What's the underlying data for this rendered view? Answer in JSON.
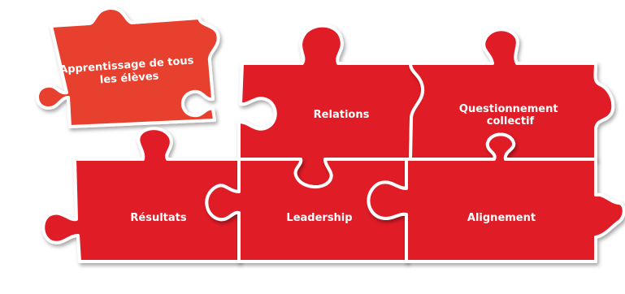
{
  "colors": {
    "piece_red": "#E01F26",
    "piece_orange_red": "#E8402D",
    "outline": "#FFFFFF",
    "label": "#FFFFFF",
    "background": "#FFFFFF"
  },
  "pieces": {
    "learning": {
      "line1": "Apprentissage de tous",
      "line2": "les élèves"
    },
    "relations": {
      "label": "Relations"
    },
    "inquiry": {
      "line1": "Questionnement",
      "line2": "collectif"
    },
    "results": {
      "label": "Résultats"
    },
    "leadership": {
      "label": "Leadership"
    },
    "alignment": {
      "label": "Alignement"
    }
  }
}
